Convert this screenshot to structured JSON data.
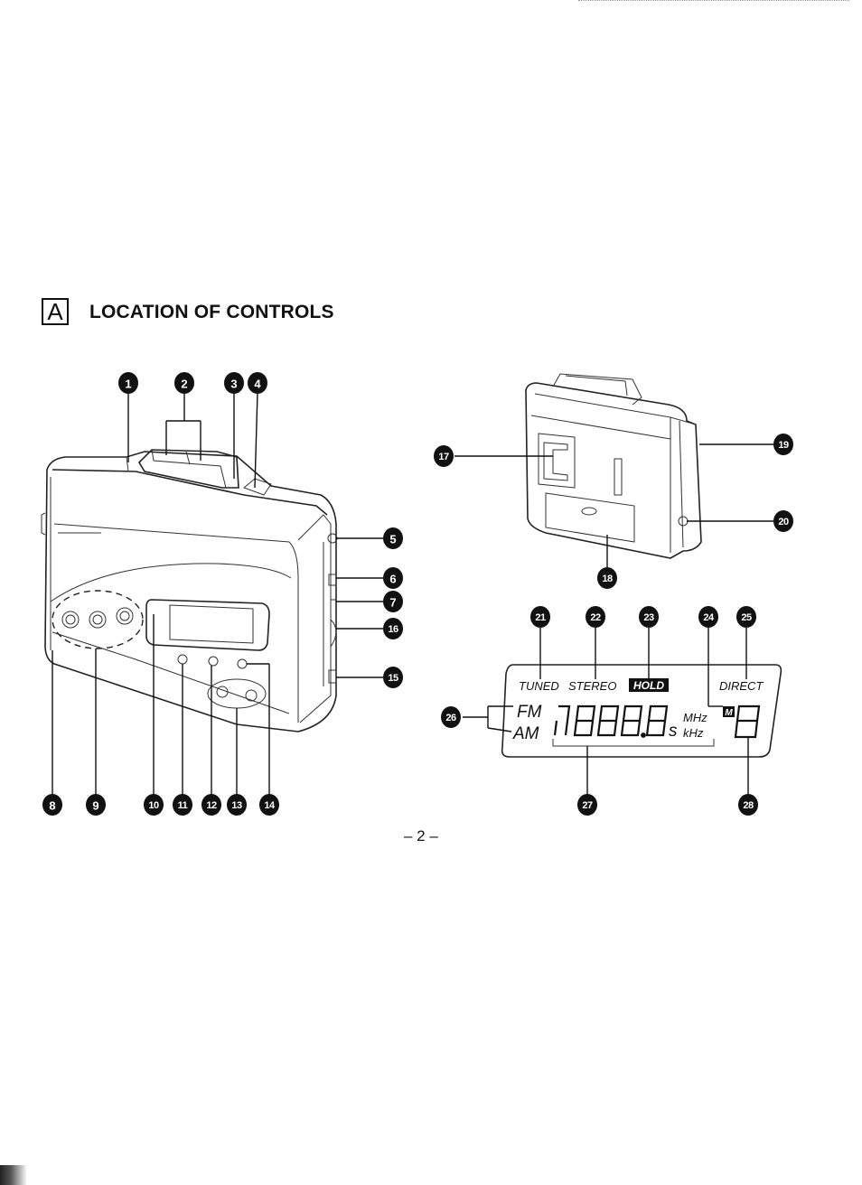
{
  "section": {
    "letter": "A",
    "title": "LOCATION OF CONTROLS"
  },
  "page_number": "– 2 –",
  "lcd": {
    "tuned": "TUNED",
    "stereo": "STEREO",
    "hold": "HOLD",
    "direct": "DIRECT",
    "fm": "FM",
    "am": "AM",
    "mhz": "MHz",
    "khz": "kHz",
    "m_badge": "M",
    "s_mark": "s"
  },
  "callouts": [
    "1",
    "2",
    "3",
    "4",
    "5",
    "6",
    "7",
    "8",
    "9",
    "10",
    "11",
    "12",
    "13",
    "14",
    "15",
    "16",
    "17",
    "18",
    "19",
    "20",
    "21",
    "22",
    "23",
    "24",
    "25",
    "26",
    "27",
    "28"
  ]
}
